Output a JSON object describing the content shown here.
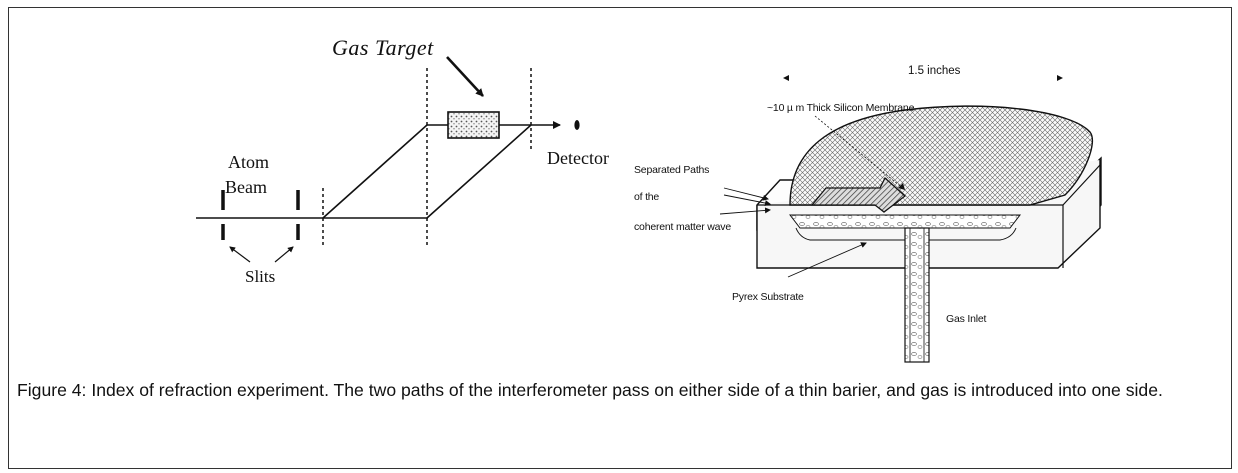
{
  "left_diagram": {
    "gas_target": "Gas Target",
    "atom": "Atom",
    "beam": "Beam",
    "slits": "Slits",
    "detector": "Detector"
  },
  "right_diagram": {
    "width": "1.5 inches",
    "membrane": "~10  µ m Thick Silicon Membrane",
    "paths_line1": "Separated Paths",
    "paths_line2": "of the",
    "paths_line3": "coherent matter wave",
    "substrate": "Pyrex Substrate",
    "gas_inlet": "Gas Inlet"
  },
  "caption": "Figure 4: Index of refraction experiment.  The two paths of the interferometer pass on either side of a thin barier, and gas is introduced into one side."
}
